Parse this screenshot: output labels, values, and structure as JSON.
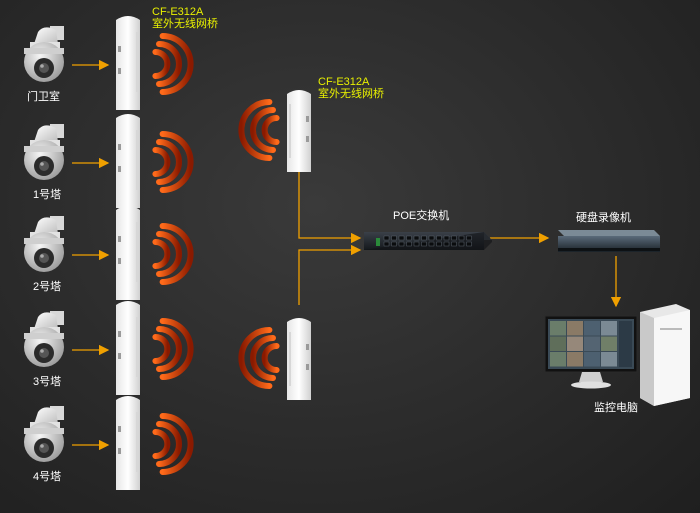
{
  "cameras": [
    {
      "label": "门卫室"
    },
    {
      "label": "1号塔"
    },
    {
      "label": "2号塔"
    },
    {
      "label": "3号塔"
    },
    {
      "label": "4号塔"
    }
  ],
  "bridge_labels": [
    {
      "model": "CF-E312A",
      "desc": "室外无线网桥"
    },
    {
      "model": "CF-E312A",
      "desc": "室外无线网桥"
    }
  ],
  "switch_label": "POE交换机",
  "nvr_label": "硬盘录像机",
  "pc_label": "监控电脑",
  "colors": {
    "arrow": "#f0a000",
    "signal_outer": "#7a1a00",
    "signal_inner": "#ff5a10",
    "label_yellow": "#e8f000"
  }
}
